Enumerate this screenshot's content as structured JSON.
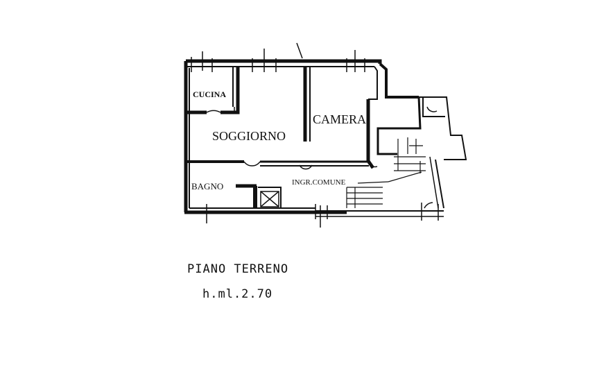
{
  "plan": {
    "rooms": {
      "cucina": "CUCINA",
      "soggiorno": "SOGGIORNO",
      "camera": "CAMERA",
      "bagno": "BAGNO",
      "ingresso": "INGR.COMUNE"
    },
    "floor_title": "PIANO TERRENO",
    "height_note": "h.ml.2.70"
  }
}
